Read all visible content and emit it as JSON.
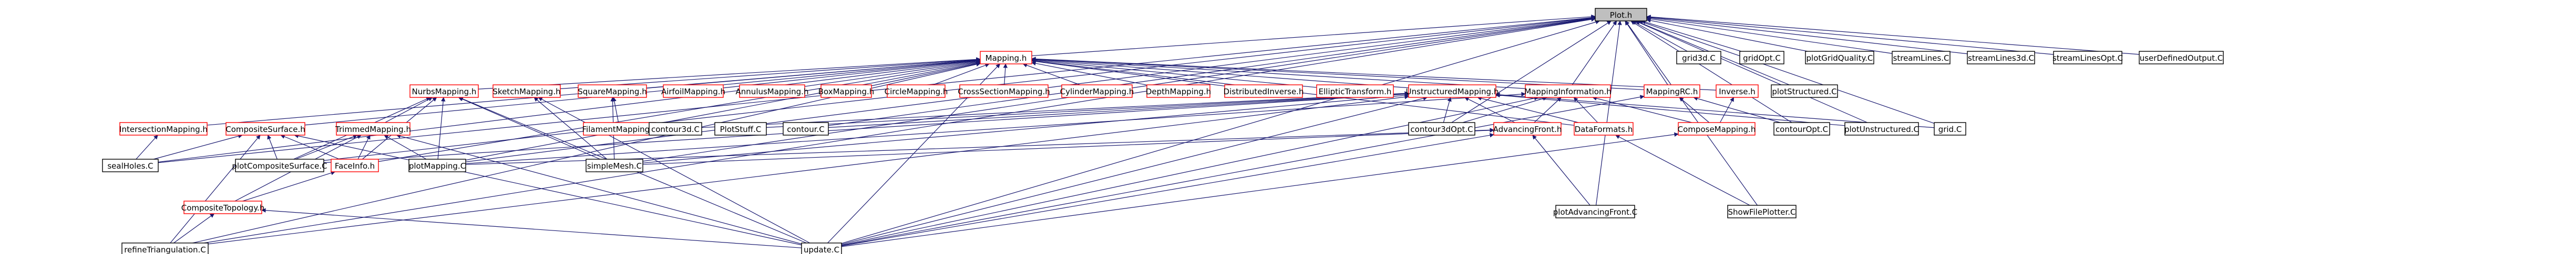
{
  "graph": {
    "root": "Plot.h",
    "nodes": [
      {
        "id": "plot",
        "label": "Plot.h",
        "style": "root"
      },
      {
        "id": "mapping",
        "label": "Mapping.h",
        "style": "red"
      },
      {
        "id": "grid3d",
        "label": "grid3d.C",
        "style": "black"
      },
      {
        "id": "gridopt",
        "label": "gridOpt.C",
        "style": "black"
      },
      {
        "id": "pgq",
        "label": "plotGridQuality.C",
        "style": "black"
      },
      {
        "id": "sl",
        "label": "streamLines.C",
        "style": "black"
      },
      {
        "id": "sl3d",
        "label": "streamLines3d.C",
        "style": "black"
      },
      {
        "id": "slopt",
        "label": "streamLinesOpt.C",
        "style": "black"
      },
      {
        "id": "udo",
        "label": "userDefinedOutput.C",
        "style": "black"
      },
      {
        "id": "nurbs",
        "label": "NurbsMapping.h",
        "style": "red"
      },
      {
        "id": "sketch",
        "label": "SketchMapping.h",
        "style": "red"
      },
      {
        "id": "square",
        "label": "SquareMapping.h",
        "style": "red"
      },
      {
        "id": "airfoil",
        "label": "AirfoilMapping.h",
        "style": "red"
      },
      {
        "id": "annulus",
        "label": "AnnulusMapping.h",
        "style": "red"
      },
      {
        "id": "box",
        "label": "BoxMapping.h",
        "style": "red"
      },
      {
        "id": "circle",
        "label": "CircleMapping.h",
        "style": "red"
      },
      {
        "id": "cross",
        "label": "CrossSectionMapping.h",
        "style": "red"
      },
      {
        "id": "cyl",
        "label": "CylinderMapping.h",
        "style": "red"
      },
      {
        "id": "depth",
        "label": "DepthMapping.h",
        "style": "red"
      },
      {
        "id": "dinv",
        "label": "DistributedInverse.h",
        "style": "red"
      },
      {
        "id": "ellip",
        "label": "EllipticTransform.h",
        "style": "red"
      },
      {
        "id": "unstr",
        "label": "UnstructuredMapping.h",
        "style": "red"
      },
      {
        "id": "minfo",
        "label": "MappingInformation.h",
        "style": "red"
      },
      {
        "id": "mrc",
        "label": "MappingRC.h",
        "style": "red"
      },
      {
        "id": "inverse",
        "label": "Inverse.h",
        "style": "red"
      },
      {
        "id": "pstruct",
        "label": "plotStructured.C",
        "style": "black"
      },
      {
        "id": "inter",
        "label": "IntersectionMapping.h",
        "style": "red"
      },
      {
        "id": "csurf",
        "label": "CompositeSurface.h",
        "style": "red"
      },
      {
        "id": "trim",
        "label": "TrimmedMapping.h",
        "style": "red"
      },
      {
        "id": "fillet",
        "label": "FilamentMapping.h",
        "style": "red"
      },
      {
        "id": "c3d",
        "label": "contour3d.C",
        "style": "black"
      },
      {
        "id": "pstuff",
        "label": "PlotStuff.C",
        "style": "black"
      },
      {
        "id": "contour",
        "label": "contour.C",
        "style": "black"
      },
      {
        "id": "c3dopt",
        "label": "contour3dOpt.C",
        "style": "black"
      },
      {
        "id": "advf",
        "label": "AdvancingFront.h",
        "style": "red"
      },
      {
        "id": "dataf",
        "label": "DataFormats.h",
        "style": "red"
      },
      {
        "id": "compm",
        "label": "ComposeMapping.h",
        "style": "red"
      },
      {
        "id": "copt",
        "label": "contourOpt.C",
        "style": "black"
      },
      {
        "id": "punstr",
        "label": "plotUnstructured.C",
        "style": "black"
      },
      {
        "id": "gridc",
        "label": "grid.C",
        "style": "black"
      },
      {
        "id": "seal",
        "label": "sealHoles.C",
        "style": "black"
      },
      {
        "id": "pcs",
        "label": "plotCompositeSurface.C",
        "style": "black"
      },
      {
        "id": "faceinfo",
        "label": "FaceInfo.h",
        "style": "red"
      },
      {
        "id": "pmap",
        "label": "plotMapping.C",
        "style": "black"
      },
      {
        "id": "smesh",
        "label": "simpleMesh.C",
        "style": "black"
      },
      {
        "id": "padv",
        "label": "plotAdvancingFront.C",
        "style": "black"
      },
      {
        "id": "sfp",
        "label": "ShowFilePlotter.C",
        "style": "black"
      },
      {
        "id": "ctopo",
        "label": "CompositeTopology.h",
        "style": "red"
      },
      {
        "id": "refine",
        "label": "refineTriangulation.C",
        "style": "black"
      },
      {
        "id": "update",
        "label": "update.C",
        "style": "black"
      }
    ],
    "edges": [
      [
        "plot",
        "mapping"
      ],
      [
        "plot",
        "grid3d"
      ],
      [
        "plot",
        "gridopt"
      ],
      [
        "plot",
        "pgq"
      ],
      [
        "plot",
        "sl"
      ],
      [
        "plot",
        "sl3d"
      ],
      [
        "plot",
        "slopt"
      ],
      [
        "plot",
        "udo"
      ],
      [
        "plot",
        "pstruct"
      ],
      [
        "plot",
        "gridc"
      ],
      [
        "plot",
        "punstr"
      ],
      [
        "plot",
        "copt"
      ],
      [
        "plot",
        "contour"
      ],
      [
        "plot",
        "c3dopt"
      ],
      [
        "plot",
        "pmap"
      ],
      [
        "plot",
        "sfp"
      ],
      [
        "plot",
        "update"
      ],
      [
        "plot",
        "refine"
      ],
      [
        "plot",
        "seal"
      ],
      [
        "plot",
        "padv"
      ],
      [
        "plot",
        "pcs"
      ],
      [
        "plot",
        "smesh"
      ],
      [
        "plot",
        "minfo"
      ],
      [
        "plot",
        "mrc"
      ],
      [
        "mapping",
        "nurbs"
      ],
      [
        "mapping",
        "sketch"
      ],
      [
        "mapping",
        "square"
      ],
      [
        "mapping",
        "airfoil"
      ],
      [
        "mapping",
        "annulus"
      ],
      [
        "mapping",
        "box"
      ],
      [
        "mapping",
        "circle"
      ],
      [
        "mapping",
        "cross"
      ],
      [
        "mapping",
        "cyl"
      ],
      [
        "mapping",
        "depth"
      ],
      [
        "mapping",
        "dinv"
      ],
      [
        "mapping",
        "ellip"
      ],
      [
        "mapping",
        "unstr"
      ],
      [
        "mapping",
        "minfo"
      ],
      [
        "mapping",
        "mrc"
      ],
      [
        "mapping",
        "inverse"
      ],
      [
        "mapping",
        "inter"
      ],
      [
        "mapping",
        "csurf"
      ],
      [
        "mapping",
        "dataf"
      ],
      [
        "mapping",
        "update"
      ],
      [
        "mapping",
        "refine"
      ],
      [
        "mapping",
        "seal"
      ],
      [
        "mapping",
        "faceinfo"
      ],
      [
        "mapping",
        "pmap"
      ],
      [
        "nurbs",
        "trim"
      ],
      [
        "nurbs",
        "pcs"
      ],
      [
        "nurbs",
        "pmap"
      ],
      [
        "nurbs",
        "update"
      ],
      [
        "nurbs",
        "faceinfo"
      ],
      [
        "nurbs",
        "smesh"
      ],
      [
        "sketch",
        "update"
      ],
      [
        "sketch",
        "smesh"
      ],
      [
        "square",
        "fillet"
      ],
      [
        "square",
        "smesh"
      ],
      [
        "unstr",
        "c3d"
      ],
      [
        "unstr",
        "pstuff"
      ],
      [
        "unstr",
        "contour"
      ],
      [
        "unstr",
        "c3dopt"
      ],
      [
        "unstr",
        "advf"
      ],
      [
        "unstr",
        "dataf"
      ],
      [
        "unstr",
        "punstr"
      ],
      [
        "unstr",
        "smesh"
      ],
      [
        "unstr",
        "update"
      ],
      [
        "unstr",
        "refine"
      ],
      [
        "unstr",
        "pcs"
      ],
      [
        "unstr",
        "gridc"
      ],
      [
        "minfo",
        "c3dopt"
      ],
      [
        "minfo",
        "advf"
      ],
      [
        "minfo",
        "dataf"
      ],
      [
        "minfo",
        "compm"
      ],
      [
        "minfo",
        "update"
      ],
      [
        "minfo",
        "pmap"
      ],
      [
        "mrc",
        "compm"
      ],
      [
        "mrc",
        "copt"
      ],
      [
        "mrc",
        "update"
      ],
      [
        "inverse",
        "compm"
      ],
      [
        "inter",
        "seal"
      ],
      [
        "csurf",
        "pcs"
      ],
      [
        "csurf",
        "seal"
      ],
      [
        "csurf",
        "faceinfo"
      ],
      [
        "csurf",
        "refine"
      ],
      [
        "csurf",
        "update"
      ],
      [
        "trim",
        "pcs"
      ],
      [
        "trim",
        "faceinfo"
      ],
      [
        "trim",
        "pmap"
      ],
      [
        "trim",
        "update"
      ],
      [
        "trim",
        "ctopo"
      ],
      [
        "advf",
        "padv"
      ],
      [
        "advf",
        "smesh"
      ],
      [
        "advf",
        "update"
      ],
      [
        "advf",
        "pmap"
      ],
      [
        "dataf",
        "sfp"
      ],
      [
        "compm",
        "update"
      ],
      [
        "faceinfo",
        "ctopo"
      ],
      [
        "ctopo",
        "refine"
      ],
      [
        "ctopo",
        "update"
      ]
    ]
  }
}
